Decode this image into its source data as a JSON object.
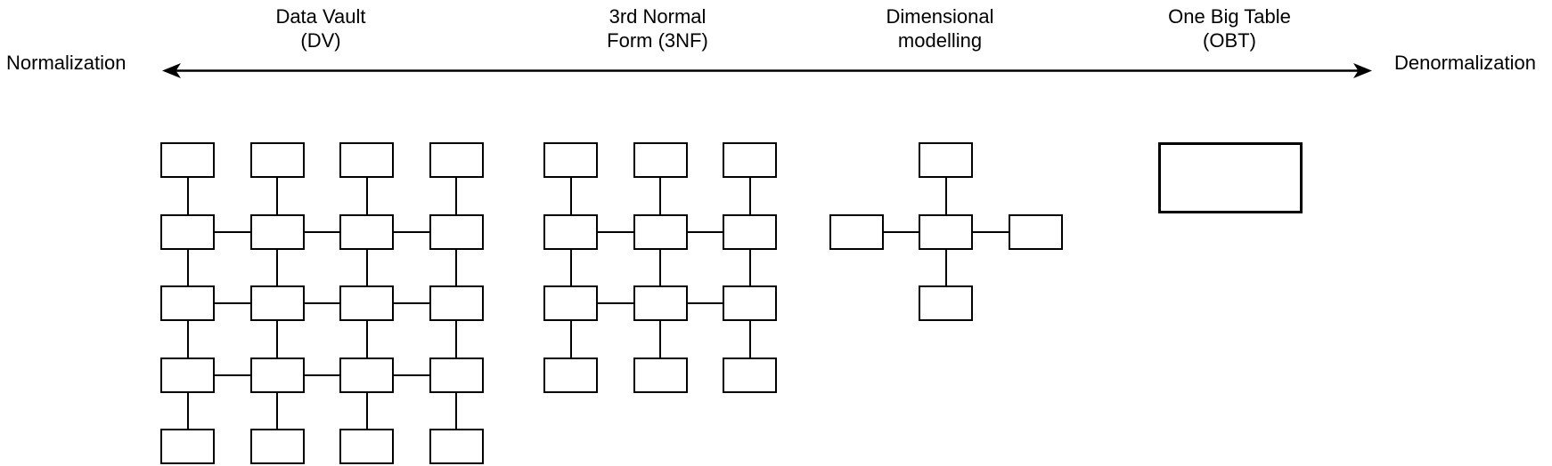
{
  "axis": {
    "left_label": "Normalization",
    "right_label": "Denormalization"
  },
  "approaches": [
    {
      "id": "data-vault",
      "label_lines": [
        "Data Vault",
        "(DV)"
      ],
      "diagram": {
        "type": "grid",
        "cols": 4,
        "rows": 5,
        "horizontal_link_rows": [
          1,
          2,
          3
        ]
      }
    },
    {
      "id": "third-normal-form",
      "label_lines": [
        "3rd Normal",
        "Form (3NF)"
      ],
      "diagram": {
        "type": "grid",
        "cols": 3,
        "rows": 4,
        "horizontal_link_rows": [
          1,
          2
        ]
      }
    },
    {
      "id": "dimensional-modelling",
      "label_lines": [
        "Dimensional",
        "modelling"
      ],
      "diagram": {
        "type": "star",
        "satellites": [
          "top",
          "left",
          "right",
          "bottom"
        ]
      }
    },
    {
      "id": "one-big-table",
      "label_lines": [
        "One Big Table",
        "(OBT)"
      ],
      "diagram": {
        "type": "single"
      }
    }
  ],
  "colors": {
    "ink": "#000000",
    "background": "#ffffff"
  }
}
